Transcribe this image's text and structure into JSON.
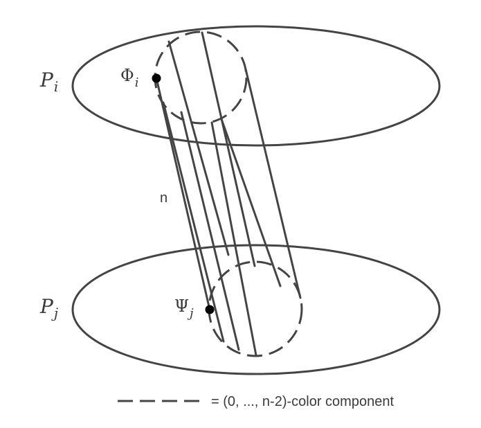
{
  "labels": {
    "plane_top_symbol": "P",
    "plane_top_index": "i",
    "plane_bottom_symbol": "P",
    "plane_bottom_index": "j",
    "point_top_symbol": "Φ",
    "point_top_index": "i",
    "point_bottom_symbol": "Ψ",
    "point_bottom_index": "j",
    "edge_count": "n"
  },
  "legend": {
    "text": "= (0, ..., n-2)-color component"
  },
  "colors": {
    "stroke": "#444444",
    "text": "#3a3a3a",
    "point": "#000000"
  }
}
